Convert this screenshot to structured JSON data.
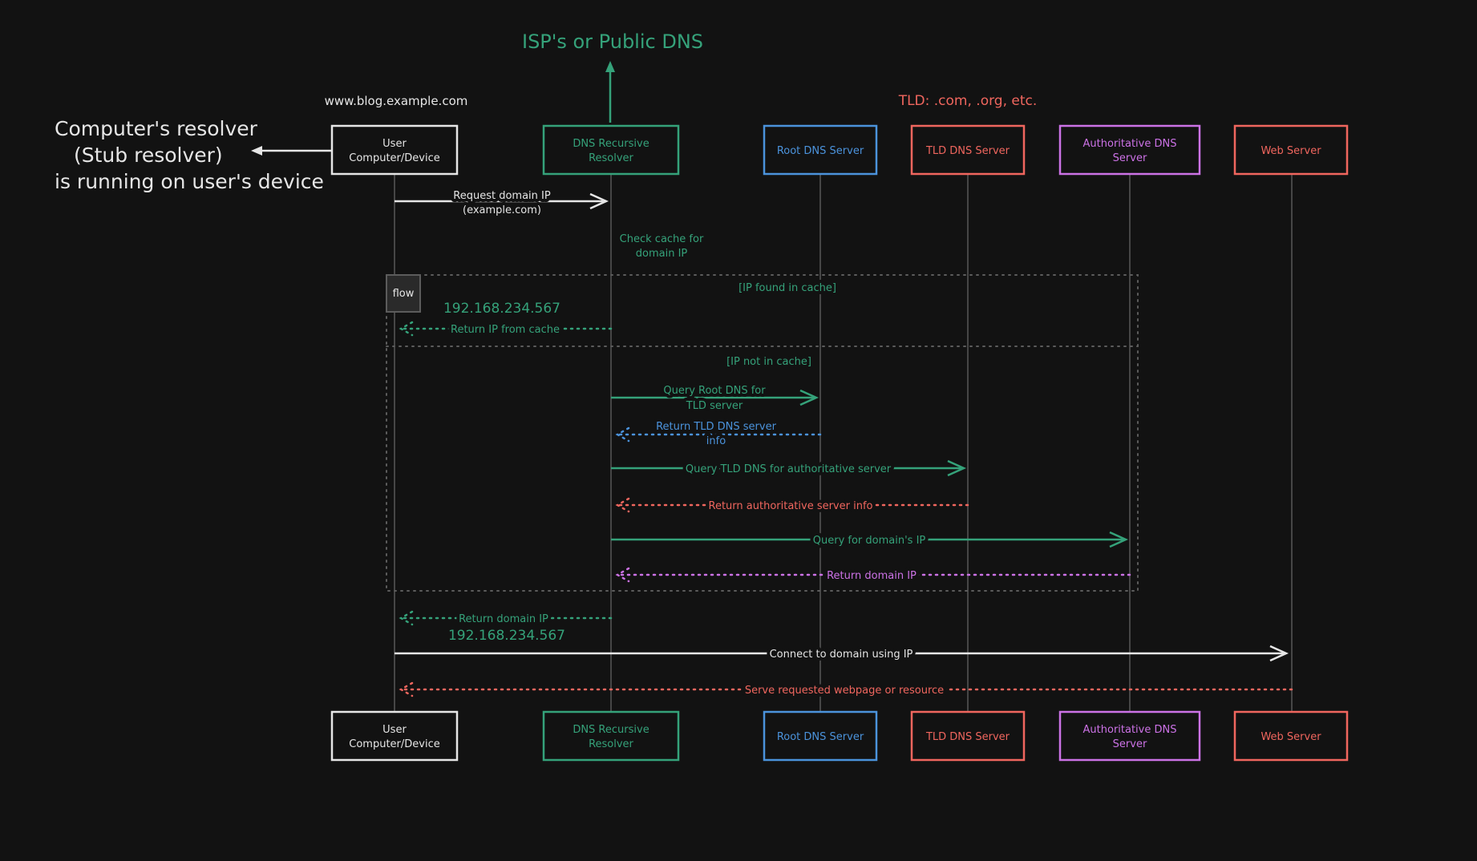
{
  "annotations": {
    "dns_provider": "ISP's or Public DNS",
    "domain": "www.blog.example.com",
    "tld_note": "TLD: .com, .org, etc.",
    "stub_resolver": [
      "Computer's resolver",
      "(Stub resolver)",
      "is running on user's device"
    ]
  },
  "participants": [
    {
      "id": "user",
      "lines": [
        "User",
        "Computer/Device"
      ],
      "color": "#e6e6e6"
    },
    {
      "id": "resolver",
      "lines": [
        "DNS Recursive",
        "Resolver"
      ],
      "color": "#35a27a"
    },
    {
      "id": "root",
      "lines": [
        "Root DNS Server"
      ],
      "color": "#4b93dc"
    },
    {
      "id": "tld",
      "lines": [
        "TLD DNS Server"
      ],
      "color": "#f0665e"
    },
    {
      "id": "auth",
      "lines": [
        "Authoritative DNS",
        "Server"
      ],
      "color": "#cc72e6"
    },
    {
      "id": "web",
      "lines": [
        "Web Server"
      ],
      "color": "#f0665e"
    }
  ],
  "frame": {
    "tag": "flow",
    "alt1": "[IP found in cache]",
    "alt2": "[IP not in cache]"
  },
  "messages": {
    "request": [
      "Request domain IP",
      "(example.com)"
    ],
    "check_cache": [
      "Check cache for",
      "domain IP"
    ],
    "cached_ip": "192.168.234.567",
    "return_cache": "Return IP from cache",
    "query_root": [
      "Query Root DNS for",
      "TLD server"
    ],
    "return_tld": [
      "Return TLD DNS server",
      "info"
    ],
    "query_tld": "Query TLD DNS for authoritative server",
    "return_auth": "Return authoritative server info",
    "query_auth": "Query for domain's IP",
    "return_ip_auth": "Return domain IP",
    "return_ip_user": "Return domain IP",
    "resolved_ip": "192.168.234.567",
    "connect": "Connect to domain using IP",
    "serve": "Serve requested webpage or resource"
  }
}
